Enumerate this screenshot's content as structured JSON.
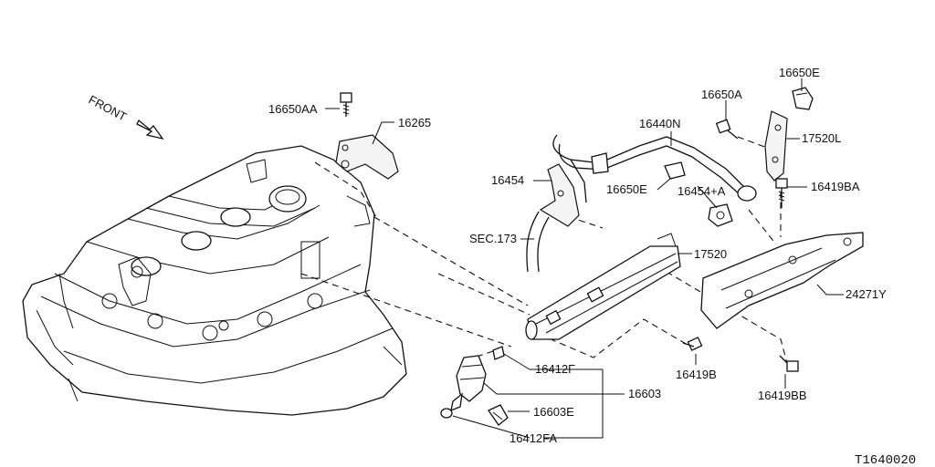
{
  "diagram": {
    "orientation_label": "FRONT",
    "reference_code": "T1640020",
    "parts": {
      "p16650AA": "16650AA",
      "p16265": "16265",
      "p16650A": "16650A",
      "p16650E_top": "16650E",
      "p17520L": "17520L",
      "p16440N": "16440N",
      "p16454": "16454",
      "p16650E_mid": "16650E",
      "p16454A": "16454+A",
      "p16419BA": "16419BA",
      "sec173": "SEC.173",
      "p17520": "17520",
      "p24271Y": "24271Y",
      "p16419B": "16419B",
      "p16412F": "16412F",
      "p16603": "16603",
      "p16419BB": "16419BB",
      "p16603E": "16603E",
      "p16412FA": "16412FA"
    }
  }
}
